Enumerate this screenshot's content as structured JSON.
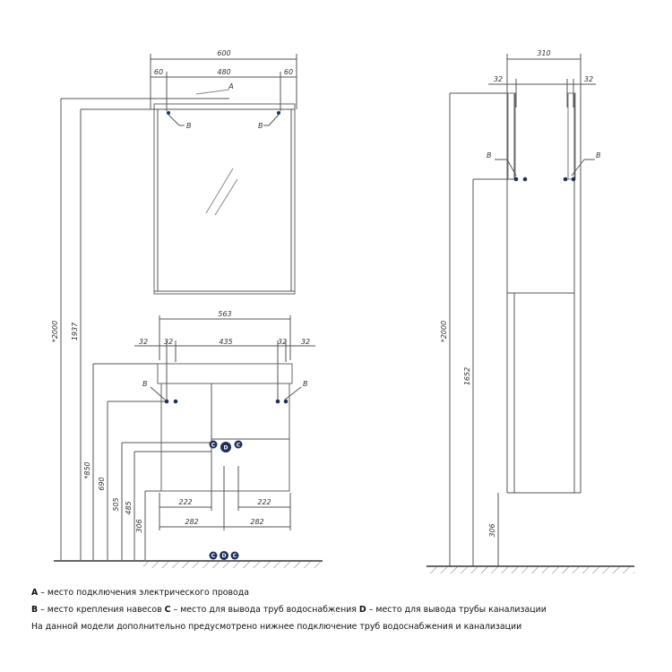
{
  "front": {
    "mirror_width": "600",
    "mirror_side_left": "60",
    "mirror_span": "480",
    "mirror_side_right": "60",
    "label_a": "A",
    "label_b": "B",
    "cabinet_width": "563",
    "cab_off_l1": "32",
    "cab_off_l2": "32",
    "cab_span": "435",
    "cab_off_r1": "32",
    "cab_off_r2": "32",
    "pipe_off_left": "222",
    "pipe_off_right": "222",
    "half_left": "282",
    "half_right": "282",
    "label_c": "C",
    "label_d": "D",
    "h_total": "*2000",
    "h_1937": "1937",
    "h_850": "*850",
    "h_690": "690",
    "h_505": "505",
    "h_485": "485",
    "h_306": "306"
  },
  "side": {
    "depth": "310",
    "off_left": "32",
    "off_right": "32",
    "label_b": "B",
    "h_total": "*2000",
    "h_1652": "1652",
    "h_306": "306"
  },
  "legend": {
    "a_key": "A",
    "a_text": " – место подключения электрического провода",
    "b_key": "B",
    "b_text": " – место крепления навесов ",
    "c_key": "C",
    "c_text": " – место для вывода труб водоснабжения  ",
    "d_key": "D",
    "d_text": " – место для вывода трубы канализации",
    "note": "На данной модели дополнительно предусмотрено нижнее подключение труб водоснабжения и канализации"
  },
  "colors": {
    "line": "#555555",
    "dim_line": "#777777",
    "dot": "#1f2f5a"
  }
}
